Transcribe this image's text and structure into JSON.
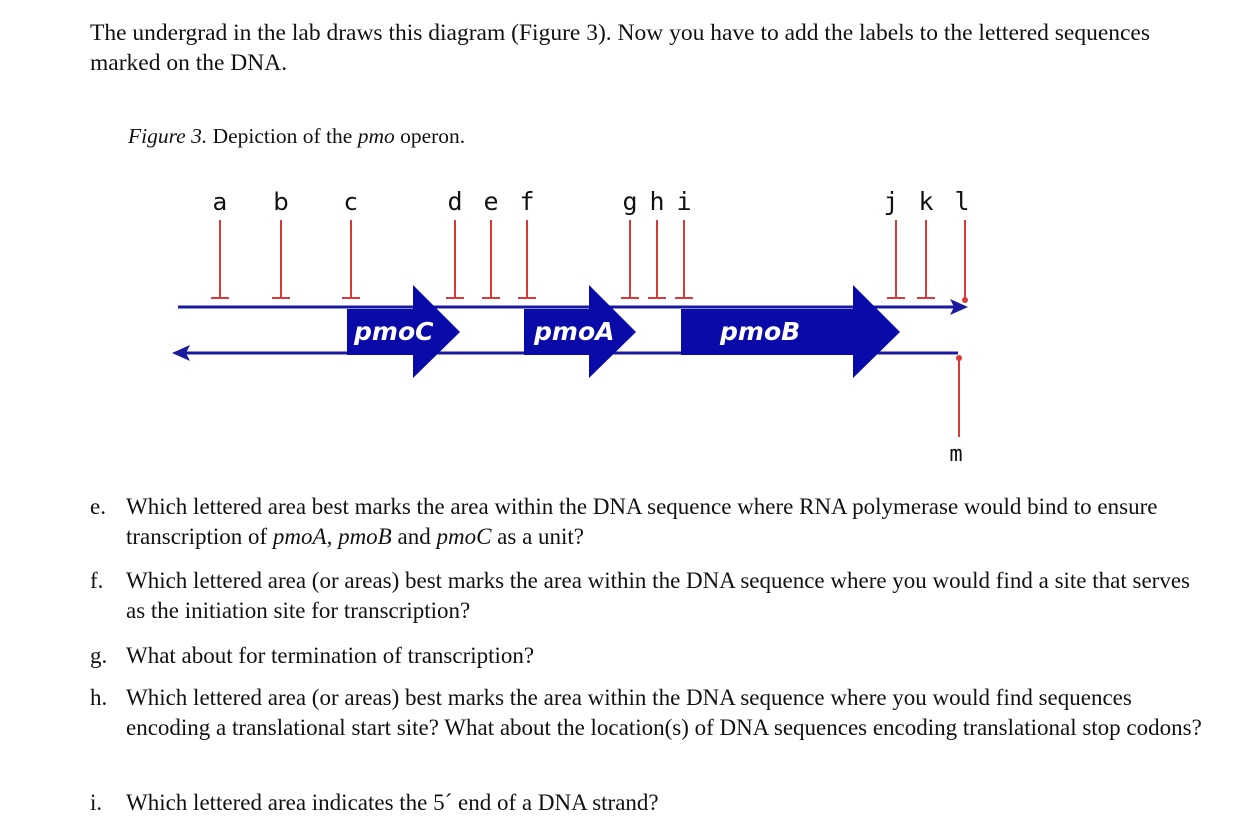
{
  "intro": "The undergrad in the lab draws this diagram (Figure 3). Now you have to add the labels to the lettered sequences marked on the DNA.",
  "caption": {
    "figure": "Figure 3.",
    "pre": " Depiction of the ",
    "gene": "pmo",
    "post": " operon."
  },
  "diagram": {
    "labels": [
      "a",
      "b",
      "c",
      "d",
      "e",
      "f",
      "g",
      "h",
      "i",
      "j",
      "k",
      "l",
      "m"
    ],
    "genes": [
      "pmoC",
      "pmoA",
      "pmoB"
    ],
    "colors": {
      "gene_fill": "#0a0aa8",
      "strand": "#1a1a9e",
      "marker": "#d83a3a"
    }
  },
  "questions": {
    "e": {
      "letter": "e.",
      "p1": "Which lettered area best marks the area within the DNA sequence where RNA polymerase would bind to ensure transcription of ",
      "i1": "pmoA, pmoB",
      "p2": " and ",
      "i2": "pmoC",
      "p3": " as a unit?"
    },
    "f": {
      "letter": "f.",
      "text": "Which lettered area (or areas) best marks the area within the DNA sequence where you would find a site that serves as the initiation site for transcription?"
    },
    "g": {
      "letter": "g.",
      "text": "What about for termination of transcription?"
    },
    "h": {
      "letter": "h.",
      "text": "Which lettered area (or areas) best marks the area within the DNA sequence where you would find sequences encoding a translational start site? What about the location(s) of DNA sequences encoding translational stop codons?"
    },
    "i": {
      "letter": "i.",
      "text": "Which lettered area indicates the 5´ end of a DNA strand?"
    }
  }
}
